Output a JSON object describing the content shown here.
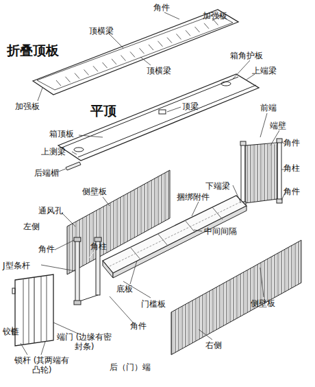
{
  "diagram": {
    "labels": [
      "角件",
      "加强板",
      "顶横梁",
      "折叠顶板",
      "顶横梁",
      "加强板",
      "箱角护板",
      "上端梁",
      "平顶",
      "顶梁",
      "前端",
      "箱顶板",
      "端壁",
      "上测梁",
      "角件",
      "后端楣",
      "角柱",
      "侧壁板",
      "下端梁",
      "角件",
      "通风孔",
      "捆绑附件",
      "左侧",
      "中间间隔",
      "角件",
      "角柱",
      "J型条杆",
      "底板",
      "门槛板",
      "侧壁板",
      "角件",
      "铰链",
      "端门 (边缘有密封条)",
      "右侧",
      "锁杆 (其两端有凸轮)",
      "后（门）端"
    ]
  }
}
